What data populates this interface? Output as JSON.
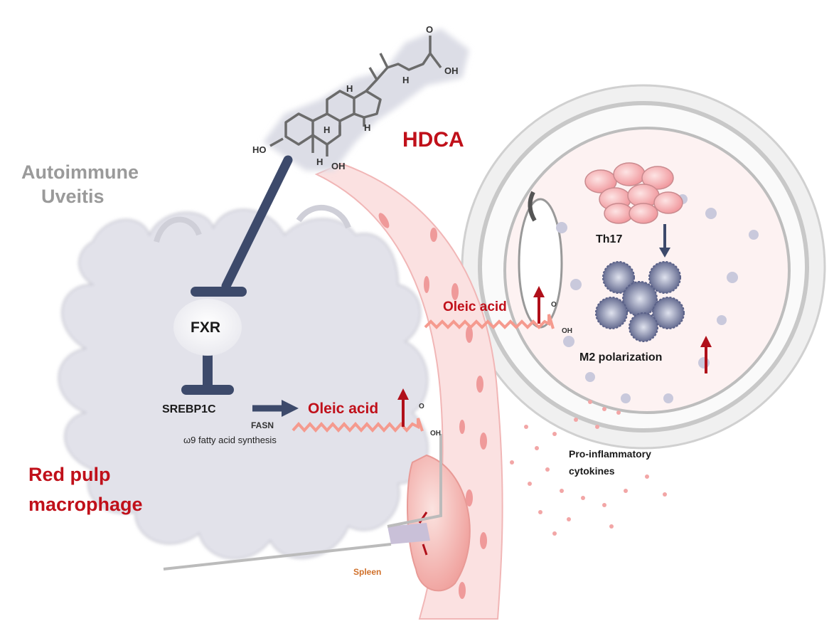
{
  "title_molecule": "HDCA",
  "molecule_labels": {
    "ho": "HO",
    "oh_bottom": "OH",
    "oh_acid": "OH",
    "o_acid": "O",
    "h": "H"
  },
  "disease": [
    "Autoimmune",
    "Uveitis"
  ],
  "cell_type": [
    "Red pulp",
    "macrophage"
  ],
  "receptor": "FXR",
  "pathway": {
    "gene": "SREBP1C",
    "enzyme": "FASN",
    "process": "ω9 fatty acid synthesis",
    "product": "Oleic acid",
    "o": "O",
    "oh": "OH"
  },
  "eye": {
    "oleic_acid": "Oleic acid",
    "o": "O",
    "oh": "OH",
    "th17": "Th17",
    "m2": "M2 polarization"
  },
  "cytokines": [
    "Pro-inflammatory",
    "cytokines"
  ],
  "organ": "Spleen",
  "colors": {
    "red": "#c0101a",
    "navy": "#3d4a6b",
    "cell": "#e2e2ea",
    "vessel": "#f6c9c9",
    "gray_text": "#9a9a9a"
  }
}
